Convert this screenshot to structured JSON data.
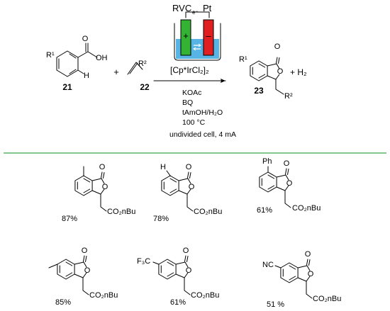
{
  "reaction": {
    "electrodes": {
      "anode": "RVC",
      "cathode": "Pt",
      "electron": "e⁻",
      "anode_sign": "+",
      "cathode_sign": "–"
    },
    "reactant1": {
      "substituent": "R¹",
      "group": "OH",
      "oxygen": "O",
      "hydrogen": "H",
      "label": "21"
    },
    "plus1": "+",
    "reactant2": {
      "substituent": "R²",
      "label": "22"
    },
    "catalyst": "[Cp*IrCl₂]₂",
    "conditions": [
      "KOAc",
      "BQ",
      "tAmOH/H₂O",
      "100 °C"
    ],
    "cell": "undivided cell, 4 mA",
    "product": {
      "substituent": "R¹",
      "ring_o": "O",
      "carbonyl_o": "O",
      "side": "R²",
      "label": "23",
      "byproduct": "+ H₂"
    }
  },
  "colors": {
    "anode": "#34b233",
    "cathode": "#e02020",
    "divider": "#39a845",
    "electrolyte": "#3aa7e0"
  },
  "products": [
    {
      "name": "methyl",
      "substituent": "",
      "atom_o": "O",
      "ring_o": "O",
      "ester": "CO₂nBu",
      "yield": "87%"
    },
    {
      "name": "hydrogen",
      "substituent": "H",
      "atom_o": "O",
      "ring_o": "O",
      "ester": "CO₂nBu",
      "yield": "78%"
    },
    {
      "name": "phenyl",
      "substituent": "Ph",
      "atom_o": "O",
      "ring_o": "O",
      "ester": "CO₂nBu",
      "yield": "61%"
    },
    {
      "name": "5-methyl",
      "substituent": "",
      "atom_o": "O",
      "ring_o": "O",
      "ester": "CO₂nBu",
      "yield": "85%"
    },
    {
      "name": "trifluoromethyl",
      "substituent": "F₃C",
      "atom_o": "O",
      "ring_o": "O",
      "ester": "CO₂nBu",
      "yield": "61%"
    },
    {
      "name": "cyano",
      "substituent": "NC",
      "atom_o": "O",
      "ring_o": "O",
      "ester": "CO₂nBu",
      "yield": "51 %"
    }
  ]
}
